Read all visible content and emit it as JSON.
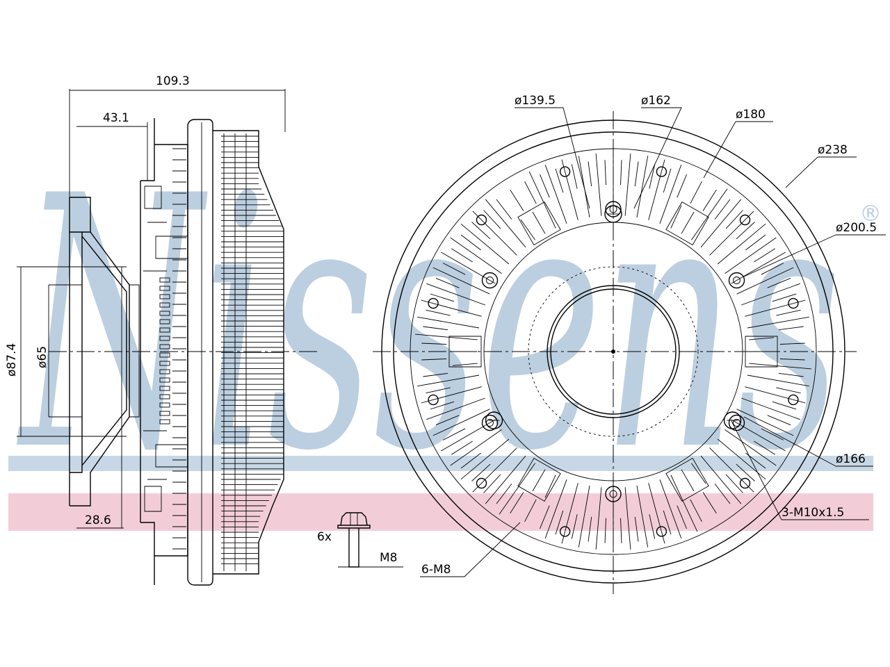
{
  "watermark": {
    "text": "Nissens",
    "registered_mark": "®",
    "color": "#bccfe0",
    "band_blue": "#c8d7e5",
    "band_pink": "#f2cdd8"
  },
  "side_view": {
    "dim_overall_length": "109.3",
    "dim_front_length": "43.1",
    "dim_hub_offset": "28.6",
    "dim_outer_dia": "ø87.4",
    "dim_inner_dia": "ø65"
  },
  "bolt_detail": {
    "quantity": "6x",
    "thread": "M8"
  },
  "front_view": {
    "dia_139_5": "ø139.5",
    "dia_162": "ø162",
    "dia_180": "ø180",
    "dia_238": "ø238",
    "dia_200_5": "ø200.5",
    "dia_166": "ø166",
    "thread_holes": "3-M10x1.5",
    "bolt_holes": "6-M8"
  }
}
